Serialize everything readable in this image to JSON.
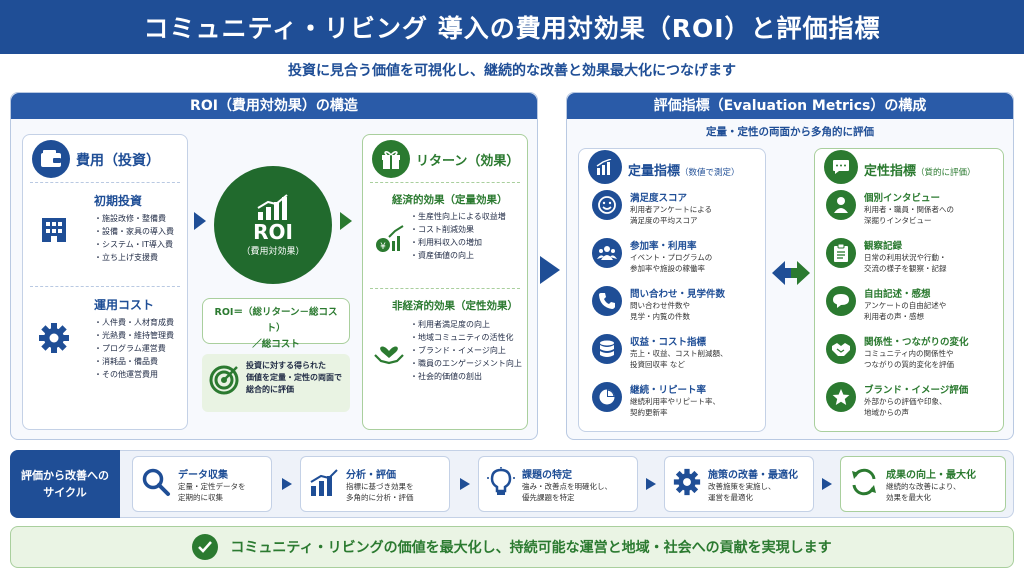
{
  "title": "コミュニティ・リビング 導入の費用対効果（ROI）と評価指標",
  "subtitle": "投資に見合う価値を可視化し、継続的な改善と効果最大化につなげます",
  "roi_section": {
    "header": "ROI（費用対効果）の構造",
    "cost": {
      "title": "費用（投資）",
      "initial": {
        "title": "初期投資",
        "items": [
          "・施設改修・整備費",
          "・設備・家具の導入費",
          "・システム・IT導入費",
          "・立ち上げ支援費"
        ]
      },
      "running": {
        "title": "運用コスト",
        "items": [
          "・人件費・人材育成費",
          "・光熱費・維持管理費",
          "・プログラム運営費",
          "・消耗品・備品費",
          "・その他運営費用"
        ]
      }
    },
    "roi_circle": {
      "label": "ROI",
      "sub": "（費用対効果）"
    },
    "formula": "ROI＝（総リターン－総コスト）\n／総コスト",
    "note": "投資に対する得られた\n価値を定量・定性の両面で\n総合的に評価",
    "return": {
      "title": "リターン（効果）",
      "economic": {
        "title": "経済的効果（定量効果）",
        "items": [
          "・生産性向上による収益増",
          "・コスト削減効果",
          "・利用料収入の増加",
          "・資産価値の向上"
        ]
      },
      "non_economic": {
        "title": "非経済的効果（定性効果）",
        "items": [
          "・利用者満足度の向上",
          "・地域コミュニティの活性化",
          "・ブランド・イメージ向上",
          "・職員のエンゲージメント向上",
          "・社会的価値の創出"
        ]
      }
    }
  },
  "metrics_section": {
    "header": "評価指標（Evaluation Metrics）の構成",
    "caption": "定量・定性の両面から多角的に評価",
    "quantitative": {
      "title": "定量指標",
      "sub": "（数値で測定）",
      "items": [
        {
          "title": "満足度スコア",
          "desc": "利用者アンケートによる\n満足度の平均スコア",
          "icon": "smile-icon"
        },
        {
          "title": "参加率・利用率",
          "desc": "イベント・プログラムの\n参加率や施設の稼働率",
          "icon": "people-icon"
        },
        {
          "title": "問い合わせ・見学件数",
          "desc": "問い合わせ件数や\n見学・内覧の件数",
          "icon": "phone-icon"
        },
        {
          "title": "収益・コスト指標",
          "desc": "売上・収益、コスト削減額、\n投資回収率 など",
          "icon": "database-icon"
        },
        {
          "title": "継続・リピート率",
          "desc": "継続利用率やリピート率、\n契約更新率",
          "icon": "pie-icon"
        }
      ]
    },
    "qualitative": {
      "title": "定性指標",
      "sub": "（質的に評価）",
      "items": [
        {
          "title": "個別インタビュー",
          "desc": "利用者・職員・関係者への\n深掘りインタビュー",
          "icon": "person-icon"
        },
        {
          "title": "観察記録",
          "desc": "日常の利用状況や行動・\n交流の様子を観察・記録",
          "icon": "clipboard-icon"
        },
        {
          "title": "自由記述・感想",
          "desc": "アンケートの自由記述や\n利用者の声・感想",
          "icon": "speech-icon"
        },
        {
          "title": "関係性・つながりの変化",
          "desc": "コミュニティ内の関係性や\nつながりの質的変化を評価",
          "icon": "handshake-icon"
        },
        {
          "title": "ブランド・イメージ評価",
          "desc": "外部からの評価や印象、\n地域からの声",
          "icon": "star-icon"
        }
      ]
    }
  },
  "cycle": {
    "label": "評価から改善への\nサイクル",
    "steps": [
      {
        "title": "データ収集",
        "desc": "定量・定性データを\n定期的に収集",
        "icon": "magnifier-icon"
      },
      {
        "title": "分析・評価",
        "desc": "指標に基づき効果を\n多角的に分析・評価",
        "icon": "bar-chart-icon"
      },
      {
        "title": "課題の特定",
        "desc": "強み・改善点を明確化し、\n優先課題を特定",
        "icon": "lightbulb-icon"
      },
      {
        "title": "施策の改善・最適化",
        "desc": "改善施策を実施し、\n運営を最適化",
        "icon": "gear-icon"
      },
      {
        "title": "成果の向上・最大化",
        "desc": "継続的な改善により、\n効果を最大化",
        "icon": "refresh-icon"
      }
    ]
  },
  "footer": "コミュニティ・リビングの価値を最大化し、持続可能な運営と地域・社会への貢献を実現します",
  "colors": {
    "primary_blue": "#1f4e96",
    "primary_green": "#2b7a30"
  }
}
